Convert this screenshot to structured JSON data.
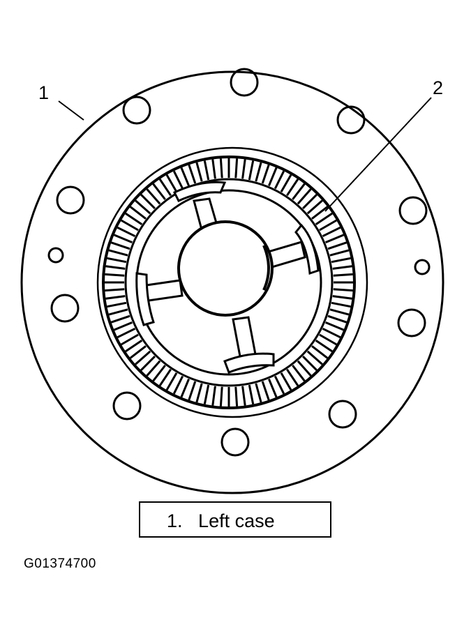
{
  "callouts": [
    {
      "number": "1"
    },
    {
      "number": "2"
    }
  ],
  "legend": {
    "entries": [
      {
        "number": "1.",
        "label": "Left case"
      }
    ]
  },
  "figure_id": "G01374700",
  "colors": {
    "line": "#000000",
    "background": "#ffffff"
  }
}
